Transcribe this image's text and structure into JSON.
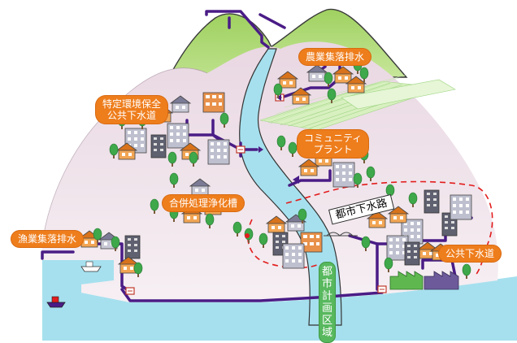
{
  "labels": {
    "agricultural": "農業集落排水",
    "special_env": [
      "特定環境保全",
      "公共下水道"
    ],
    "community": [
      "コミュニティ",
      "プラント"
    ],
    "septic": "合併処理浄化槽",
    "fishing": "漁業集落排水",
    "city_sewer": "都市下水路",
    "public_sewer": "公共下水道",
    "planning_area": "都市計画区域"
  },
  "colors": {
    "mountain": "#a8d66a",
    "valley": "#eddde6",
    "river": "#a6e0ee",
    "sewer_pipe": "#4a1c86",
    "callout": "#ee7d1c",
    "planning_label": "#58b85e",
    "boundary": "#e21d1d",
    "field": "#d8f0c0"
  },
  "icons": [
    "tree-icon",
    "house-icon",
    "boat-icon",
    "bridge-icon",
    "treatment-plant-icon"
  ]
}
